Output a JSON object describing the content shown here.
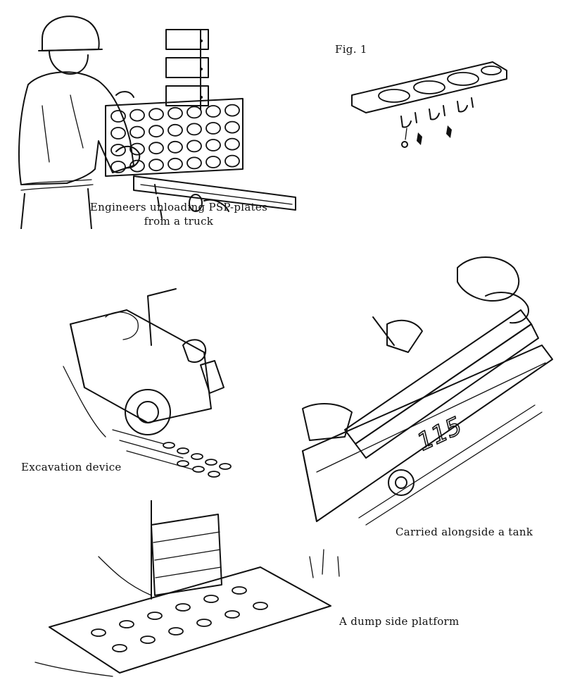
{
  "illustrations": {
    "unloading": {
      "caption_line1": "Engineers unloading PSP-plates",
      "caption_line2": "from a truck"
    },
    "fig1": {
      "label": "Fig. 1"
    },
    "excavation": {
      "caption": "Excavation device"
    },
    "tank": {
      "caption": "Carried alongside a tank",
      "hull_marking": "115"
    },
    "dump": {
      "caption": "A dump side platform"
    }
  },
  "colors": {
    "ink": "#111111",
    "paper": "#ffffff"
  }
}
